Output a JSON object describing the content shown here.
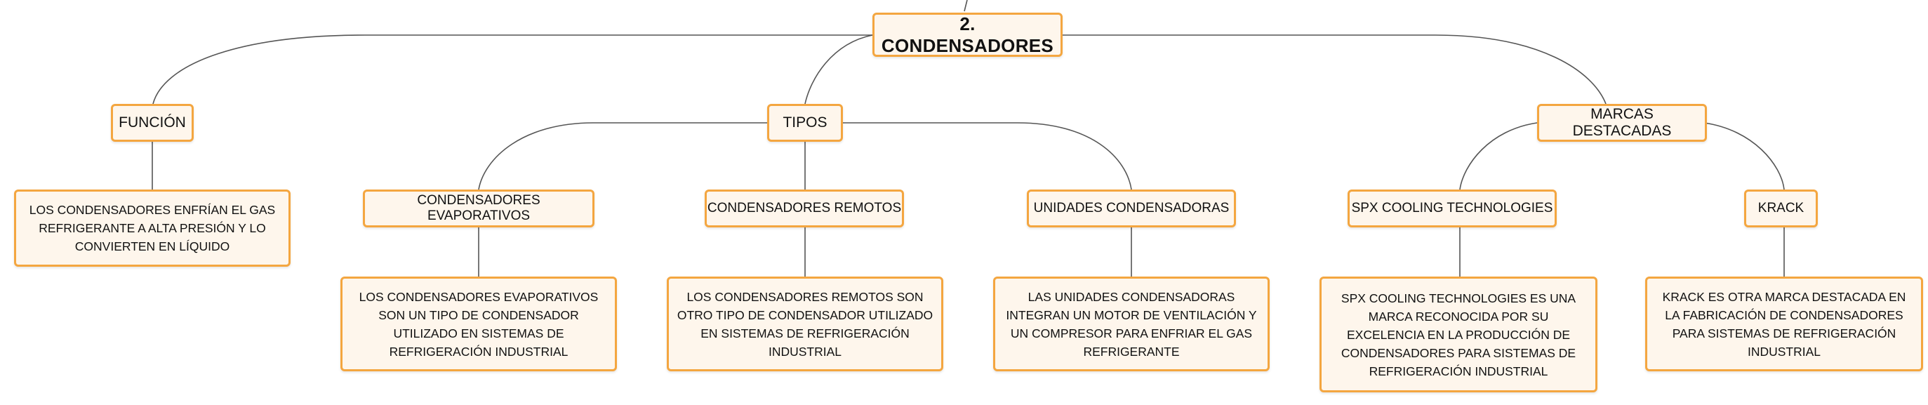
{
  "diagram": {
    "type": "mind-map",
    "root": "2. CONDENSADORES",
    "branches": [
      {
        "label": "FUNCIÓN",
        "children": [
          {
            "label": "LOS CONDENSADORES ENFRÍAN EL GAS REFRIGERANTE A ALTA PRESIÓN Y LO CONVIERTEN EN LÍQUIDO"
          }
        ]
      },
      {
        "label": "TIPOS",
        "children": [
          {
            "label": "CONDENSADORES EVAPORATIVOS",
            "detail": "LOS CONDENSADORES EVAPORATIVOS SON UN TIPO DE CONDENSADOR UTILIZADO EN SISTEMAS DE REFRIGERACIÓN INDUSTRIAL"
          },
          {
            "label": "CONDENSADORES REMOTOS",
            "detail": "LOS CONDENSADORES REMOTOS SON OTRO TIPO DE CONDENSADOR UTILIZADO EN SISTEMAS DE REFRIGERACIÓN INDUSTRIAL"
          },
          {
            "label": "UNIDADES CONDENSADORAS",
            "detail": "LAS UNIDADES CONDENSADORAS INTEGRAN UN MOTOR DE VENTILACIÓN Y UN COMPRESOR PARA ENFRIAR EL GAS REFRIGERANTE"
          }
        ]
      },
      {
        "label": "MARCAS DESTACADAS",
        "children": [
          {
            "label": "SPX COOLING TECHNOLOGIES",
            "detail": "SPX COOLING TECHNOLOGIES ES UNA MARCA RECONOCIDA POR SU EXCELENCIA EN LA PRODUCCIÓN DE CONDENSADORES PARA SISTEMAS DE REFRIGERACIÓN INDUSTRIAL"
          },
          {
            "label": "KRACK",
            "detail": "KRACK ES OTRA MARCA DESTACADA EN LA FABRICACIÓN DE CONDENSADORES PARA SISTEMAS DE REFRIGERACIÓN INDUSTRIAL"
          }
        ]
      }
    ]
  },
  "colors": {
    "node_border": "#f4a640",
    "node_fill": "#fef6ec",
    "connector": "#555555",
    "text": "#111111"
  }
}
